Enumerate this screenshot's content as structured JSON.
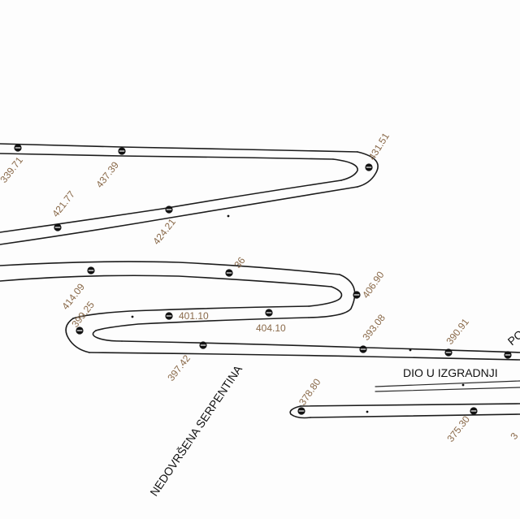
{
  "labels": {
    "unfinished_serpentine": "NEDOVRŠENA SERPENTINA",
    "under_construction": "DIO U IZGRADNJI",
    "cut_off_right": "PO"
  },
  "elevations": {
    "e_339_71": "339.71",
    "e_437_39": "437.39",
    "e_431_51": "431.51",
    "e_421_77": "421.77",
    "e_424_21": "424.21",
    "e_x_36": "36",
    "e_414_09": "414.09",
    "e_406_90": "406.90",
    "e_399_25": "399.25",
    "e_401_10": "401.10",
    "e_404_10": "404.10",
    "e_393_08": "393.08",
    "e_390_91": "390.91",
    "e_397_42": "397.42",
    "e_378_80": "378.80",
    "e_375_30": "375.30",
    "e_edge_right": "3"
  },
  "colors": {
    "road": "#1c1c1c",
    "elevation_text": "#8a6a4a",
    "label_text": "#111111"
  },
  "icons": {
    "survey_marker": "survey-marker-icon"
  }
}
